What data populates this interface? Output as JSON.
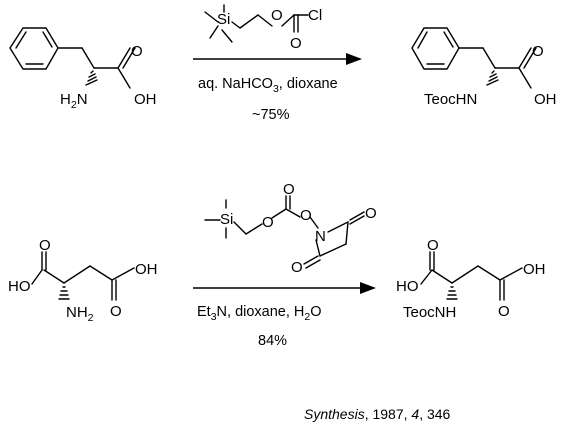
{
  "reactions": [
    {
      "reactant": {
        "amine": "H",
        "amine_sub": "2",
        "amine_n": "N",
        "acid_o": "O",
        "acid_oh": "OH"
      },
      "reagent": {
        "si": "Si",
        "o": "O",
        "cl": "Cl",
        "carbonyl_o": "O"
      },
      "conditions": {
        "line1_a": "aq. NaHCO",
        "line1_sub": "3",
        "line1_b": ", dioxane",
        "yield": "~75%"
      },
      "product": {
        "amine": "TeocHN",
        "acid_o": "O",
        "acid_oh": "OH"
      }
    },
    {
      "reactant": {
        "acid1_o": "O",
        "acid1_oh": "HO",
        "acid2_o": "O",
        "acid2_oh": "OH",
        "amine_nh": "NH",
        "amine_sub": "2"
      },
      "reagent": {
        "si": "Si",
        "o1": "O",
        "o2": "O",
        "carbonyl_o": "O",
        "n": "N",
        "succ_o1": "O",
        "succ_o2": "O"
      },
      "conditions": {
        "line1_a": "Et",
        "line1_sub1": "3",
        "line1_b": "N, dioxane, H",
        "line1_sub2": "2",
        "line1_c": "O",
        "yield": "84%"
      },
      "product": {
        "acid1_o": "O",
        "acid1_oh": "HO",
        "acid2_o": "O",
        "acid2_oh": "OH",
        "amine": "TeocNH"
      }
    }
  ],
  "reference": {
    "journal": "Synthesis",
    "details": ", 1987, ",
    "volume": "4",
    "pages": ", 346"
  }
}
